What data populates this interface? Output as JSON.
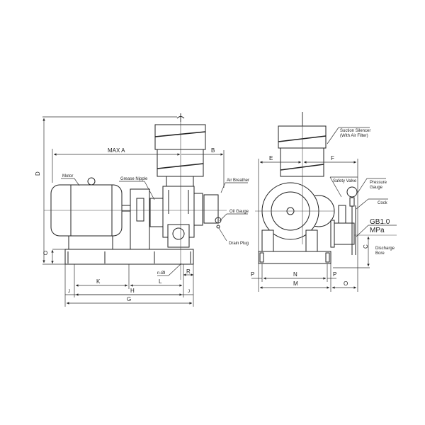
{
  "side_view": {
    "labels": {
      "motor": "Motor",
      "grease_nipple": "Grease Nipple",
      "air_breather": "Air Breather",
      "oil_gauge": "Oil Gauge",
      "drain_plug": "Drain Plug",
      "bolt_holes": "n-Øl"
    },
    "dimensions": {
      "max_a": "MAX A",
      "b": "B",
      "d": "D",
      "o": "O",
      "k": "K",
      "l": "L",
      "h": "H",
      "j_left": "J",
      "j_right": "J",
      "g": "G",
      "r": "R"
    }
  },
  "front_view": {
    "labels": {
      "suction_silencer": "Suction Silencer",
      "suction_silencer_sub": "(With Air Filter)",
      "safety_valve": "Safety Valve",
      "pressure_gauge": "Pressure",
      "pressure_gauge_sub": "Gauge",
      "cock": "Cock",
      "standard": "GB1.0",
      "standard_unit": "MPa",
      "discharge_bore": "Discharge",
      "discharge_bore_sub": "Bore"
    },
    "dimensions": {
      "e": "E",
      "f": "F",
      "c": "C",
      "p_left": "P",
      "n": "N",
      "p_right": "P",
      "m": "M",
      "o": "O"
    }
  }
}
